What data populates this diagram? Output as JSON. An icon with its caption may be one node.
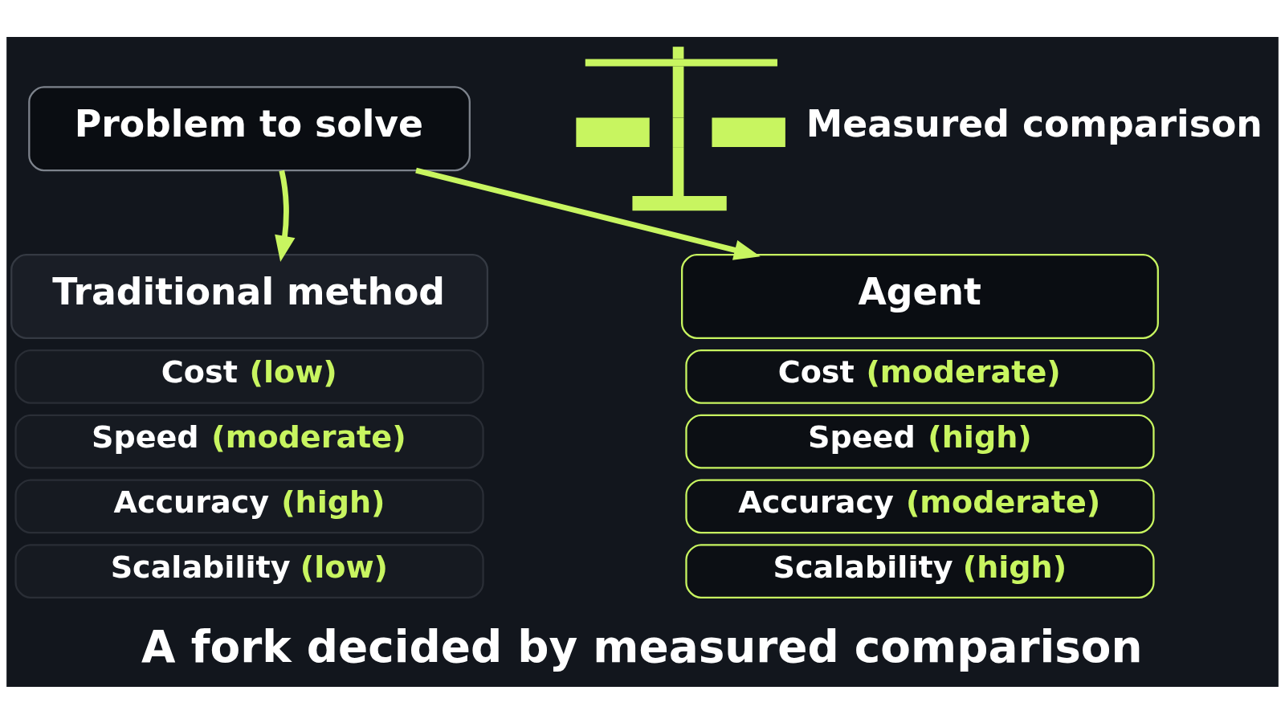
{
  "diagram": {
    "caption": "A fork decided by measured comparison",
    "nodes": [
      {
        "text": [
          "Problem to solve"
        ]
      },
      {
        "text": [],
        "shape": "picture",
        "beside": [
          "Measured comparison"
        ]
      },
      {
        "text": [
          "Traditional method"
        ]
      },
      {
        "text": [
          "Agent"
        ]
      },
      {
        "text": [
          "Cost (low)"
        ]
      },
      {
        "text": [
          "Speed (moderate)"
        ]
      },
      {
        "text": [
          "Accuracy (high)"
        ]
      },
      {
        "text": [
          "Scalability (low)"
        ]
      },
      {
        "text": [
          "Cost (moderate)"
        ]
      },
      {
        "text": [
          "Speed (high)"
        ]
      },
      {
        "text": [
          "Accuracy (moderate)"
        ]
      },
      {
        "text": [
          "Scalability (high)"
        ]
      }
    ],
    "edges": [
      {
        "from": 0,
        "to": 2,
        "arrow": "to"
      },
      {
        "from": 0,
        "to": 3,
        "arrow": "to"
      }
    ]
  }
}
